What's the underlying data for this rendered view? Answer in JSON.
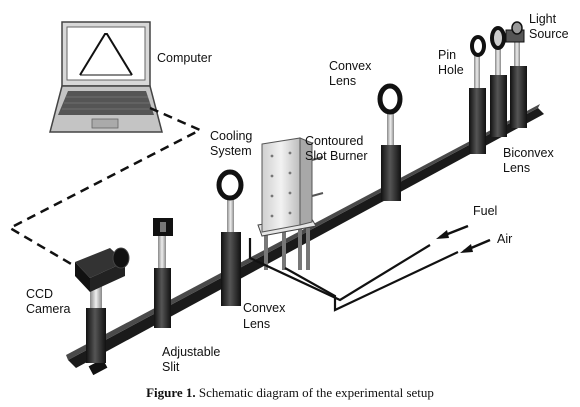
{
  "labels": {
    "computer": "Computer",
    "light_source_1": "Light",
    "light_source_2": "Source",
    "pin_hole_1": "Pin",
    "pin_hole_2": "Hole",
    "convex_lens_top_1": "Convex",
    "convex_lens_top_2": "Lens",
    "cooling_system_1": "Cooling",
    "cooling_system_2": "System",
    "burner_1": "Contoured",
    "burner_2": "Slot Burner",
    "biconvex_1": "Biconvex",
    "biconvex_2": "Lens",
    "fuel": "Fuel",
    "air": "Air",
    "ccd_1": "CCD",
    "ccd_2": "Camera",
    "convex_lens_bottom_1": "Convex",
    "convex_lens_bottom_2": "Lens",
    "slit_1": "Adjustable",
    "slit_2": "Slit"
  },
  "caption": {
    "prefix": "Figure 1.",
    "text": " Schematic diagram of the experimental setup"
  }
}
